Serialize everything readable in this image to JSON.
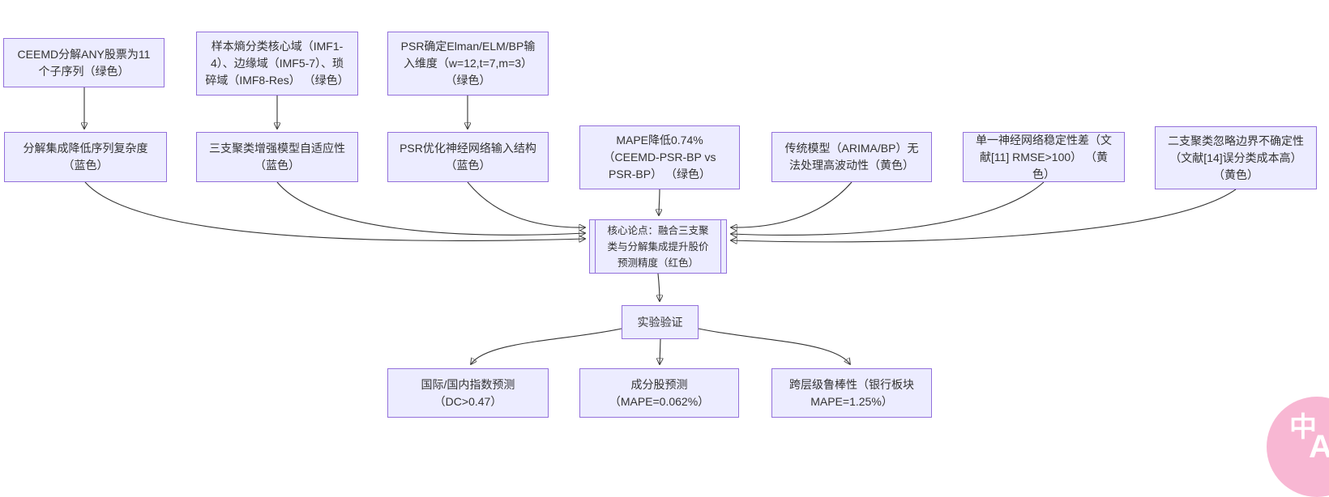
{
  "diagram": {
    "type": "flowchart",
    "nodes": {
      "t1": {
        "label": "CEEMD分解ANY股票为11个子序列（绿色）"
      },
      "t2": {
        "label": "样本熵分类核心域（IMF1-4）、边缘域（IMF5-7）、琐碎域（IMF8-Res） （绿色）"
      },
      "t3": {
        "label": "PSR确定Elman/ELM/BP输入维度（w=12,t=7,m=3） （绿色）"
      },
      "m1": {
        "label": "分解集成降低序列复杂度（蓝色）"
      },
      "m2": {
        "label": "三支聚类增强模型自适应性（蓝色）"
      },
      "m3": {
        "label": "PSR优化神经网络输入结构（蓝色）"
      },
      "m4": {
        "label": "MAPE降低0.74%（CEEMD-PSR-BP vs PSR-BP） （绿色）"
      },
      "m5": {
        "label": "传统模型（ARIMA/BP）无法处理高波动性（黄色）"
      },
      "m6": {
        "label": "单一神经网络稳定性差（文献[11] RMSE>100） （黄色）"
      },
      "m7": {
        "label": "二支聚类忽略边界不确定性（文献[14]误分类成本高）（黄色）"
      },
      "core": {
        "label": "核心论点：融合三支聚类与分解集成提升股价预测精度（红色）"
      },
      "verify": {
        "label": "实验验证"
      },
      "b1": {
        "label": "国际/国内指数预测（DC>0.47）"
      },
      "b2": {
        "label": "成分股预测（MAPE=0.062%）"
      },
      "b3": {
        "label": "跨层级鲁棒性（银行板块 MAPE=1.25%）"
      }
    },
    "edges": [
      {
        "from": "t1",
        "to": "m1"
      },
      {
        "from": "t2",
        "to": "m2"
      },
      {
        "from": "t3",
        "to": "m3"
      },
      {
        "from": "m1",
        "to": "core"
      },
      {
        "from": "m2",
        "to": "core"
      },
      {
        "from": "m3",
        "to": "core"
      },
      {
        "from": "m4",
        "to": "core"
      },
      {
        "from": "m5",
        "to": "core"
      },
      {
        "from": "m6",
        "to": "core"
      },
      {
        "from": "m7",
        "to": "core"
      },
      {
        "from": "core",
        "to": "verify"
      },
      {
        "from": "verify",
        "to": "b1"
      },
      {
        "from": "verify",
        "to": "b2"
      },
      {
        "from": "verify",
        "to": "b3"
      }
    ],
    "colors": {
      "node_fill": "#ECECFF",
      "node_border": "#9370DB",
      "edge": "#333333",
      "text": "#333333"
    }
  },
  "translate_badge": {
    "zh_char": "中",
    "en_char": "A",
    "color": "#F8B7D3"
  }
}
